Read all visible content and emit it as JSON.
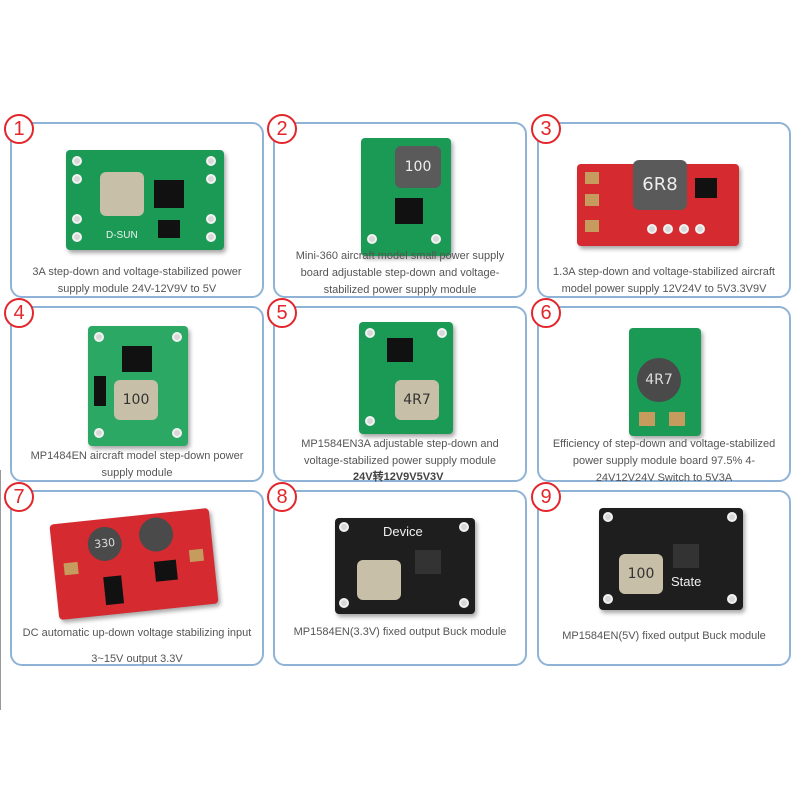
{
  "cards": [
    {
      "number": "1",
      "caption": "3A step-down and voltage-stabilized power supply module 24V-12V9V to 5V",
      "pcb_text": "D-SUN"
    },
    {
      "number": "2",
      "caption": "Mini-360 aircraft model small power supply board adjustable step-down and voltage-stabilized power supply module",
      "inductor_text": "100"
    },
    {
      "number": "3",
      "caption": "1.3A step-down and voltage-stabilized aircraft model power supply 12V24V to 5V3.3V9V",
      "inductor_text": "6R8"
    },
    {
      "number": "4",
      "caption": "MP1484EN aircraft model step-down power supply module",
      "inductor_text": "100"
    },
    {
      "number": "5",
      "caption": "MP1584EN3A adjustable step-down and voltage-stabilized power supply module",
      "overlay": "24V转12V9V5V3V",
      "inductor_text": "4R7"
    },
    {
      "number": "6",
      "caption": "Efficiency of step-down and voltage-stabilized power supply module board 97.5% 4-24V12V24V Switch to 5V3A",
      "inductor_text": "4R7"
    },
    {
      "number": "7",
      "caption": "DC automatic up-down voltage stabilizing input 3~15V output 3.3V",
      "inductor_text": "330"
    },
    {
      "number": "8",
      "caption": "MP1584EN(3.3V) fixed output Buck module",
      "overlay": "Device"
    },
    {
      "number": "9",
      "caption": "MP1584EN(5V) fixed output Buck module",
      "overlay": "State",
      "inductor_text": "100"
    }
  ],
  "colors": {
    "border": "#8fb3d6",
    "badge": "#e2262b",
    "green_pcb": "#1b9a55",
    "red_pcb": "#d52a2f",
    "black_pcb": "#1e1e1e"
  }
}
